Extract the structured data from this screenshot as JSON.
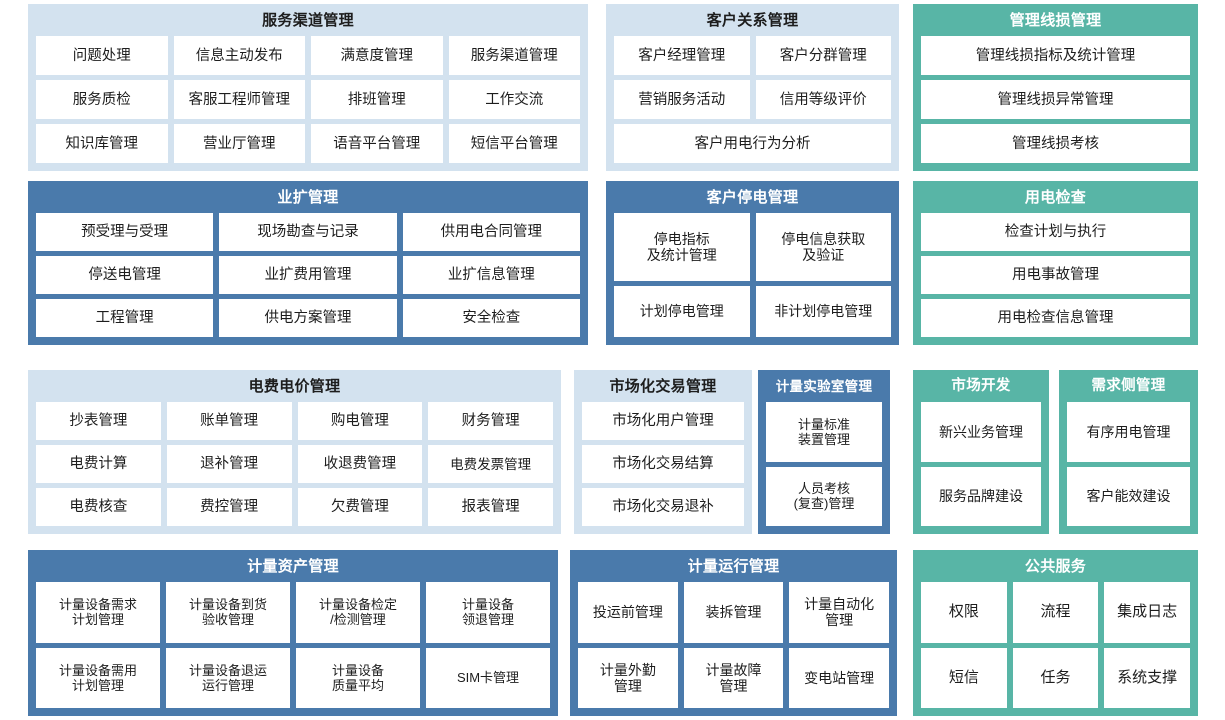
{
  "colors": {
    "blue_light": "#d3e2ef",
    "blue_dark": "#4a7aab",
    "green": "#58b5a6",
    "cell_bg": "#ffffff",
    "page_bg": "#ffffff"
  },
  "panels": {
    "service_channel": {
      "title": "服务渠道管理",
      "rows": [
        [
          "问题处理",
          "信息主动发布",
          "满意度管理",
          "服务渠道管理"
        ],
        [
          "服务质检",
          "客服工程师管理",
          "排班管理",
          "工作交流"
        ],
        [
          "知识库管理",
          "营业厅管理",
          "语音平台管理",
          "短信平台管理"
        ]
      ]
    },
    "customer_relationship": {
      "title": "客户关系管理",
      "rows": [
        [
          "客户经理管理",
          "客户分群管理"
        ],
        [
          "营销服务活动",
          "信用等级评价"
        ],
        [
          "客户用电行为分析"
        ]
      ]
    },
    "management_line_loss": {
      "title": "管理线损管理",
      "rows": [
        [
          "管理线损指标及统计管理"
        ],
        [
          "管理线损异常管理"
        ],
        [
          "管理线损考核"
        ]
      ]
    },
    "business_expansion": {
      "title": "业扩管理",
      "rows": [
        [
          "预受理与受理",
          "现场勘查与记录",
          "供用电合同管理"
        ],
        [
          "停送电管理",
          "业扩费用管理",
          "业扩信息管理"
        ],
        [
          "工程管理",
          "供电方案管理",
          "安全检查"
        ]
      ]
    },
    "customer_outage": {
      "title": "客户停电管理",
      "rows": [
        [
          "停电指标\n及统计管理",
          "停电信息获取\n及验证"
        ],
        [
          "计划停电管理",
          "非计划停电管理"
        ]
      ]
    },
    "power_inspection": {
      "title": "用电检查",
      "rows": [
        [
          "检查计划与执行"
        ],
        [
          "用电事故管理"
        ],
        [
          "用电检查信息管理"
        ]
      ]
    },
    "tariff_price": {
      "title": "电费电价管理",
      "rows": [
        [
          "抄表管理",
          "账单管理",
          "购电管理",
          "财务管理"
        ],
        [
          "电费计算",
          "退补管理",
          "收退费管理",
          "电费发票管理"
        ],
        [
          "电费核查",
          "费控管理",
          "欠费管理",
          "报表管理"
        ]
      ]
    },
    "market_trading": {
      "title": "市场化交易管理",
      "rows": [
        [
          "市场化用户管理"
        ],
        [
          "市场化交易结算"
        ],
        [
          "市场化交易退补"
        ]
      ]
    },
    "metering_lab": {
      "title": "计量实验室管理",
      "rows": [
        [
          "计量标准\n装置管理"
        ],
        [
          "人员考核\n(复查)管理"
        ]
      ]
    },
    "market_development": {
      "title": "市场开发",
      "rows": [
        [
          "新兴业务管理"
        ],
        [
          "服务品牌建设"
        ]
      ]
    },
    "demand_side": {
      "title": "需求侧管理",
      "rows": [
        [
          "有序用电管理"
        ],
        [
          "客户能效建设"
        ]
      ]
    },
    "metering_asset": {
      "title": "计量资产管理",
      "rows": [
        [
          "计量设备需求\n计划管理",
          "计量设备到货\n验收管理",
          "计量设备检定\n/检测管理",
          "计量设备\n领退管理"
        ],
        [
          "计量设备需用\n计划管理",
          "计量设备退运\n运行管理",
          "计量设备\n质量平均",
          "SIM卡管理"
        ]
      ]
    },
    "metering_operation": {
      "title": "计量运行管理",
      "rows": [
        [
          "投运前管理",
          "装拆管理",
          "计量自动化\n管理"
        ],
        [
          "计量外勤\n管理",
          "计量故障\n管理",
          "变电站管理"
        ]
      ]
    },
    "public_service": {
      "title": "公共服务",
      "rows": [
        [
          "权限",
          "流程",
          "集成日志"
        ],
        [
          "短信",
          "任务",
          "系统支撑"
        ]
      ]
    }
  }
}
